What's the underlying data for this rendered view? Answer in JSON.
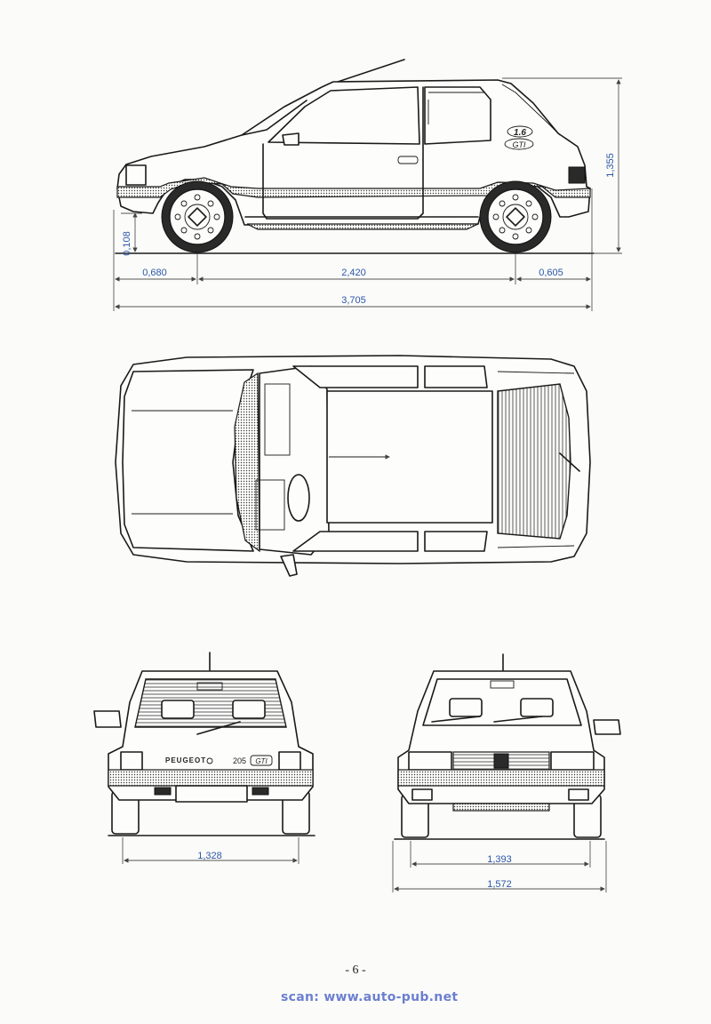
{
  "dimensions": {
    "front_overhang": "0,680",
    "wheelbase": "2,420",
    "rear_overhang": "0,605",
    "overall_length": "3,705",
    "height": "1,355",
    "ground_clearance": "0,108",
    "rear_track": "1,328",
    "front_track": "1,393",
    "overall_width": "1,572"
  },
  "badges": {
    "rear_brand": "PEUGEOT",
    "rear_model": "205",
    "rear_trim": "GTI",
    "side_badge_top": "1.6",
    "side_badge_bottom": "GTI"
  },
  "footer": {
    "page_number": "- 6 -",
    "scan_credit": "scan: www.auto-pub.net"
  }
}
